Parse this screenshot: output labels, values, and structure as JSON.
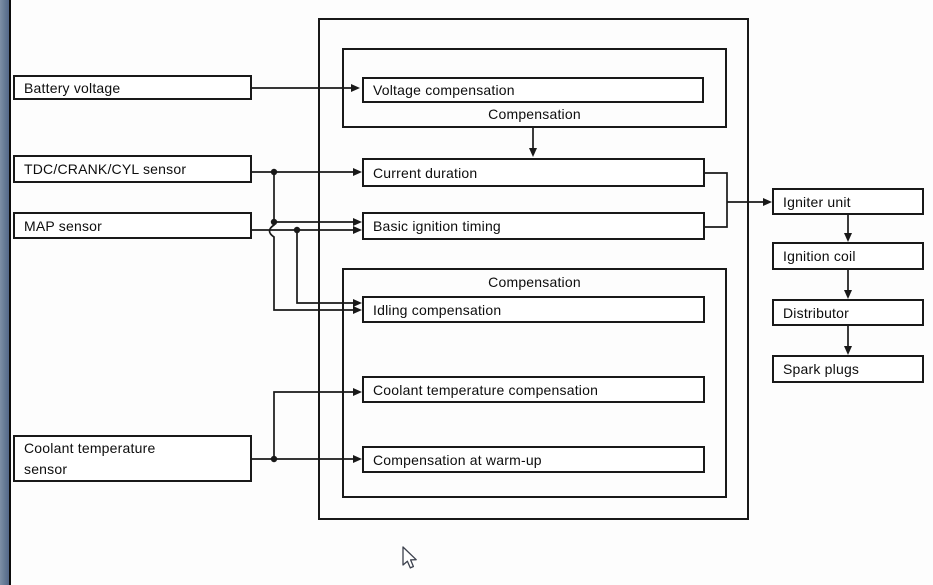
{
  "diagram": {
    "inputs": {
      "battery": "Battery voltage",
      "tdc": "TDC/CRANK/CYL sensor",
      "map": "MAP sensor",
      "coolant": "Coolant temperature sensor"
    },
    "ecu": {
      "top_group_label": "Compensation",
      "voltage_compensation": "Voltage compensation",
      "current_duration": "Current duration",
      "basic_ignition_timing": "Basic ignition timing",
      "bottom_group_label": "Compensation",
      "idling_compensation": "Idling compensation",
      "coolant_temp_compensation": "Coolant temperature compensation",
      "warm_up_compensation": "Compensation at warm-up"
    },
    "outputs": {
      "igniter": "Igniter unit",
      "coil": "Ignition coil",
      "distributor": "Distributor",
      "spark_plugs": "Spark plugs"
    },
    "colors": {
      "line": "#191919",
      "background": "#fdfdfd",
      "gutter_light": "#7d8fa6",
      "gutter_dark": "#536889"
    }
  }
}
